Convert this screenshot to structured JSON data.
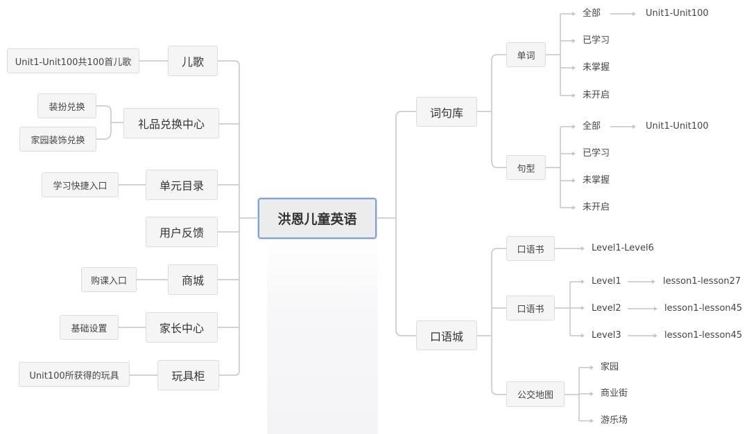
{
  "root": {
    "label": "洪恩儿童英语"
  },
  "left": [
    {
      "label": "儿歌",
      "children": [
        "Unit1-Unit100共100首儿歌"
      ]
    },
    {
      "label": "礼品兑换中心",
      "children": [
        "装扮兑换",
        "家园装饰兑换"
      ]
    },
    {
      "label": "单元目录",
      "children": [
        "学习快捷入口"
      ]
    },
    {
      "label": "用户反馈",
      "children": []
    },
    {
      "label": "商城",
      "children": [
        "购课入口"
      ]
    },
    {
      "label": "家长中心",
      "children": [
        "基础设置"
      ]
    },
    {
      "label": "玩具柜",
      "children": [
        "Unit100所获得的玩具"
      ]
    }
  ],
  "right": [
    {
      "label": "词句库",
      "children": [
        {
          "label": "单词",
          "children": [
            {
              "label": "全部",
              "sub": "Unit1-Unit100"
            },
            {
              "label": "已学习"
            },
            {
              "label": "未掌握"
            },
            {
              "label": "未开启"
            }
          ]
        },
        {
          "label": "句型",
          "children": [
            {
              "label": "全部",
              "sub": "Unit1-Unit100"
            },
            {
              "label": "已学习"
            },
            {
              "label": "未掌握"
            },
            {
              "label": "未开启"
            }
          ]
        }
      ]
    },
    {
      "label": "口语城",
      "children": [
        {
          "label": "口语书",
          "children": [
            {
              "label": "Level1-Level6"
            }
          ]
        },
        {
          "label": "口语书",
          "children": [
            {
              "label": "Level1",
              "sub": "lesson1-lesson27"
            },
            {
              "label": "Level2",
              "sub": "lesson1-lesson45"
            },
            {
              "label": "Level3",
              "sub": "lesson1-lesson45"
            }
          ]
        },
        {
          "label": "公交地图",
          "children": [
            {
              "label": "家园"
            },
            {
              "label": "商业街"
            },
            {
              "label": "游乐场"
            }
          ]
        }
      ]
    }
  ]
}
